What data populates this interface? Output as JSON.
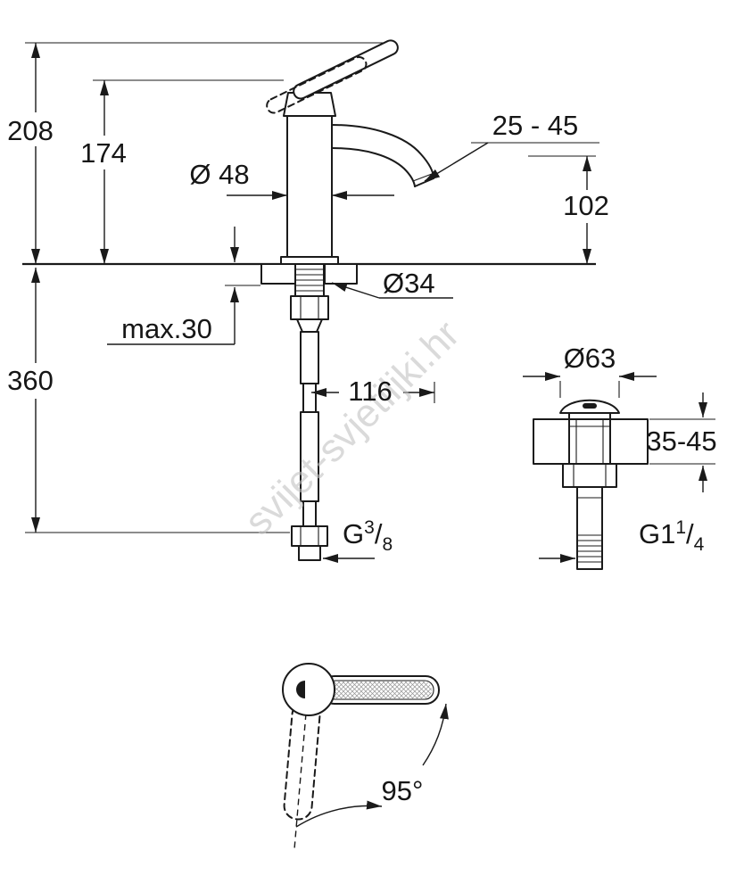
{
  "watermark": "svijet-svjetiljki.hr",
  "diagram": {
    "dims": {
      "total_height": "208",
      "body_height": "174",
      "body_diameter": "Ø 48",
      "aerator_range": "25 - 45",
      "spout_height": "102",
      "hole_diameter": "Ø34",
      "max_deck_thickness": "max.30",
      "hose_length": "360",
      "spout_projection": "116",
      "waste_cap_diameter": "Ø63",
      "waste_deck_range": "35-45",
      "handle_angle": "95°"
    },
    "threads": {
      "hose": {
        "base": "G",
        "sup": "3",
        "slash": "/",
        "sub": "8"
      },
      "waste": {
        "base": "G1",
        "sup": "1",
        "slash": "/",
        "sub": "4"
      }
    }
  }
}
